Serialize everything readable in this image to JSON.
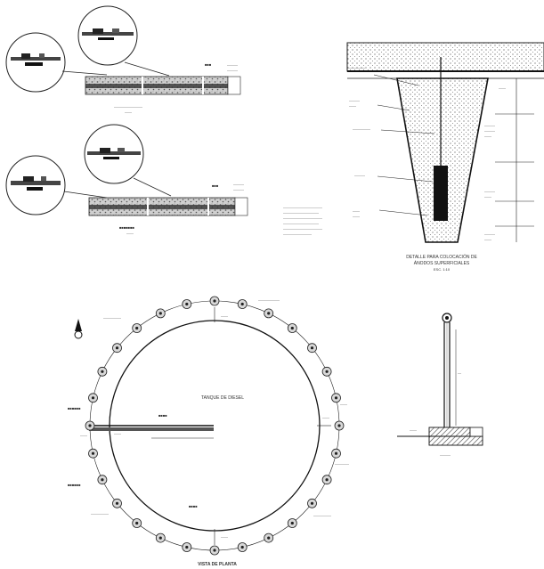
{
  "texts": {
    "detail_title_line1": "DETALLE PARA COLOCACIÓN DE",
    "detail_title_line2": "ÁNODOS SUPERFICIALES",
    "detail_scale": "ESC.      1:10",
    "tank_label": "TANQUE DE DIESEL",
    "plan_view_title": "VISTA DE PLANTA"
  },
  "colors": {
    "line": "#1a1a1a",
    "fill_dark": "#2b2b2b",
    "fill_gray": "#9a9a9a",
    "hatch": "#6d6d6d",
    "anode": "#111111"
  },
  "icons": {
    "north_arrow": "north-arrow-icon"
  }
}
